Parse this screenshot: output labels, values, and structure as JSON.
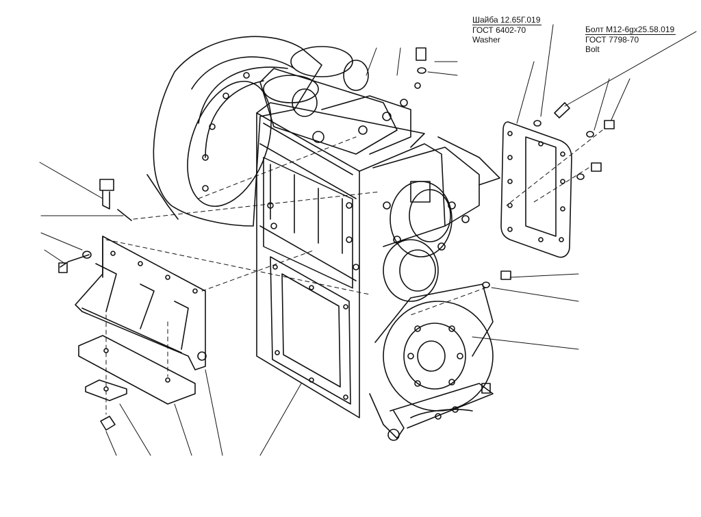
{
  "callouts": {
    "washer": {
      "line1": "Шайба 12.65Г.019",
      "line2": "ГОСТ 6402-70",
      "line3": "Washer"
    },
    "bolt": {
      "line1": "Болт М12-6gх25.58.019",
      "line2": "ГОСТ 7798-70",
      "line3": "Bolt"
    }
  },
  "colors": {
    "ink": "#111111",
    "paper": "#ffffff"
  }
}
